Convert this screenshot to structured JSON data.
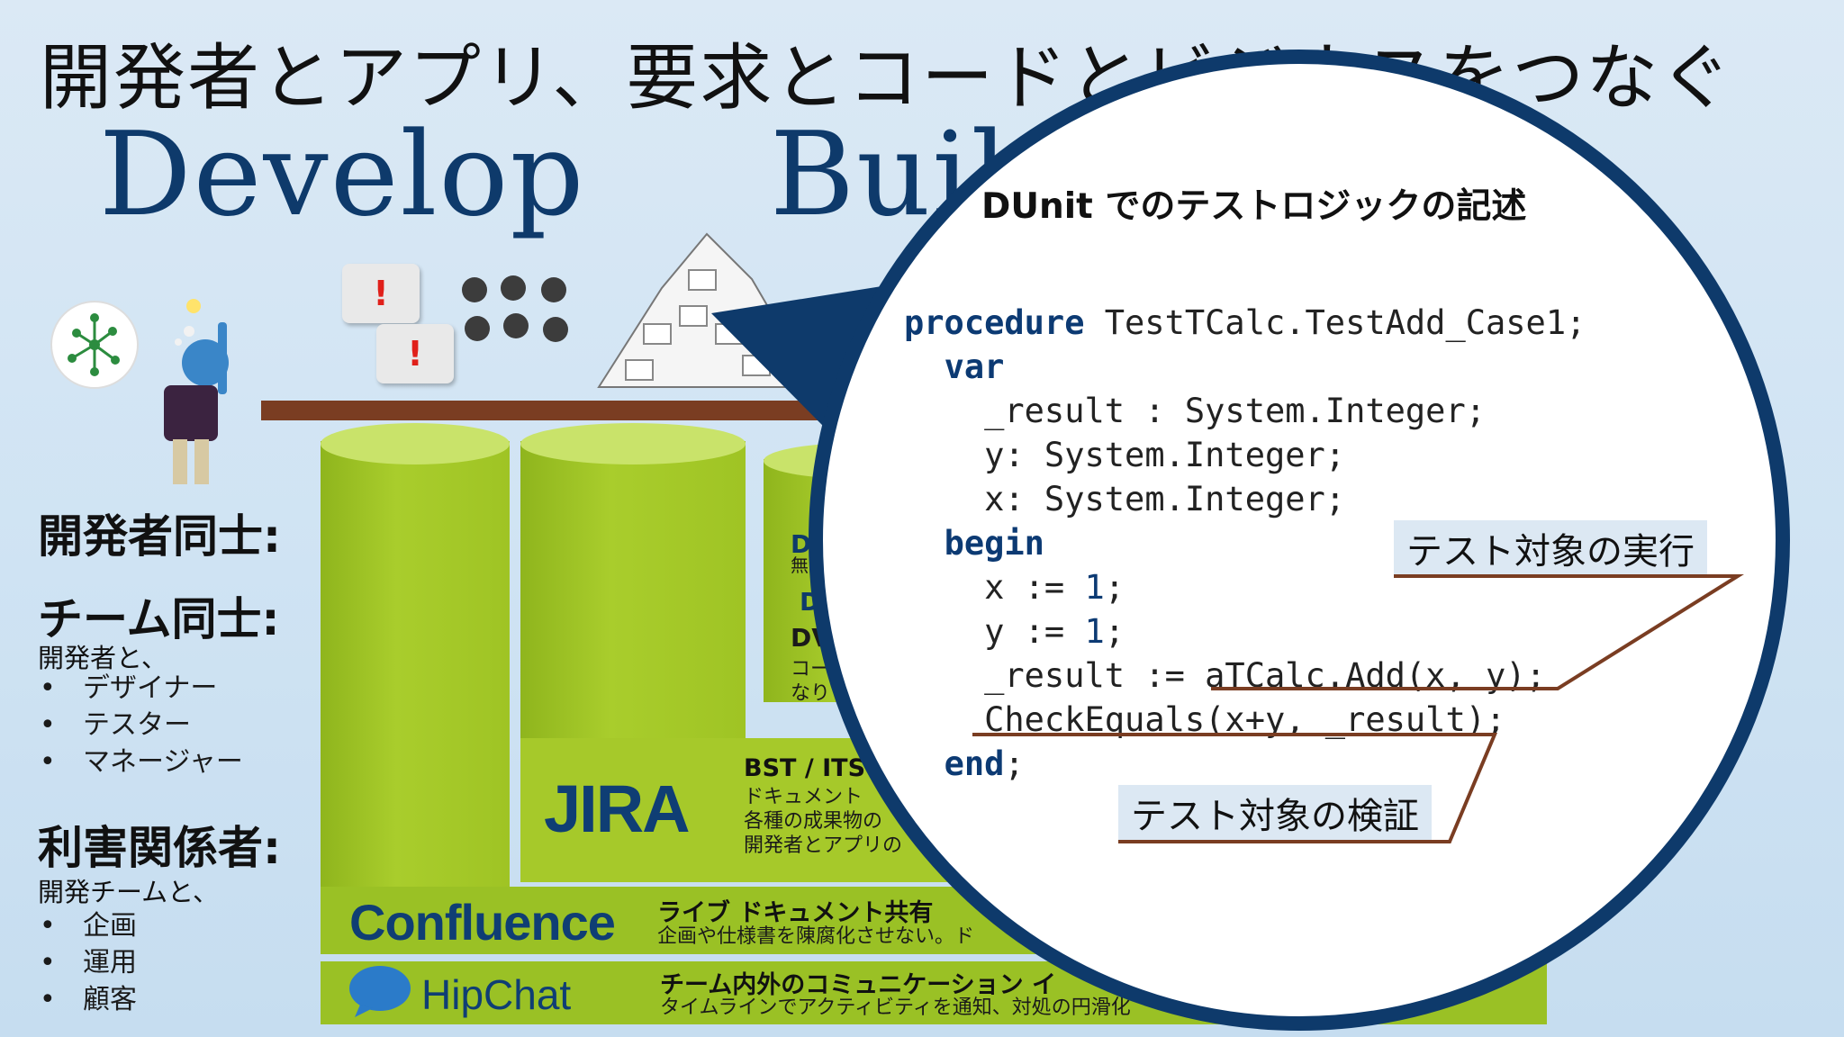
{
  "slide": {
    "title": "開発者とアプリ、要求とコードとビジネスをつなぐ",
    "stages": {
      "develop": "Develop",
      "build": "Build"
    }
  },
  "left_panel": {
    "devs_heading": "開発者同士:",
    "team_heading": "チーム同士:",
    "team_sub": "開発者と、",
    "team_items": [
      "デザイナー",
      "テスター",
      "マネージャー"
    ],
    "stake_heading": "利害関係者:",
    "stake_sub": "開発チームと、",
    "stake_items": [
      "企画",
      "運用",
      "顧客"
    ]
  },
  "tools": {
    "jira": {
      "logo": "JIRA",
      "heading": "BST / ITS",
      "lines": [
        "ドキュメント",
        "各種の成果物の",
        "開発者とアプリの"
      ]
    },
    "confluence": {
      "logo": "Confluence",
      "heading": "ライブ ドキュメント共有",
      "text": "企画や仕様書を陳腐化させない。ド"
    },
    "hipchat": {
      "logo": "HipChat",
      "heading": "チーム内外のコミュニケーション イ",
      "text": "タイムラインでアクティビティを通知、対処の円滑化"
    },
    "partial": {
      "a": "D",
      "b": "無",
      "c": "D",
      "d": "DV",
      "e": "コー",
      "f": "なり"
    }
  },
  "icons": {
    "alert_mark": "!",
    "logo_figure": "flower-network-icon"
  },
  "zoom": {
    "heading": "DUnit でのテストロジックの記述",
    "code": {
      "l1_kw": "procedure",
      "l1_rest": " TestTCalc.TestAdd_Case1;",
      "l2_kw": "var",
      "l3": "_result : System.Integer;",
      "l4": "y: System.Integer;",
      "l5": "x: System.Integer;",
      "l6_kw": "begin",
      "l7_a": "x := ",
      "l7_num": "1",
      "l7_b": ";",
      "l8_a": "y := ",
      "l8_num": "1",
      "l8_b": ";",
      "l9": "_result := aTCalc.Add(x, y);",
      "l10": "CheckEquals(x+y, _result);",
      "l11_kw": "end",
      "l11_b": ";"
    },
    "callout_exec": "テスト対象の実行",
    "callout_verify": "テスト対象の検証"
  },
  "colors": {
    "accent_navy": "#0e3a6b",
    "bar_green": "#9ac125",
    "shelf_brown": "#7a3d22",
    "alert_red": "#e0201a"
  }
}
